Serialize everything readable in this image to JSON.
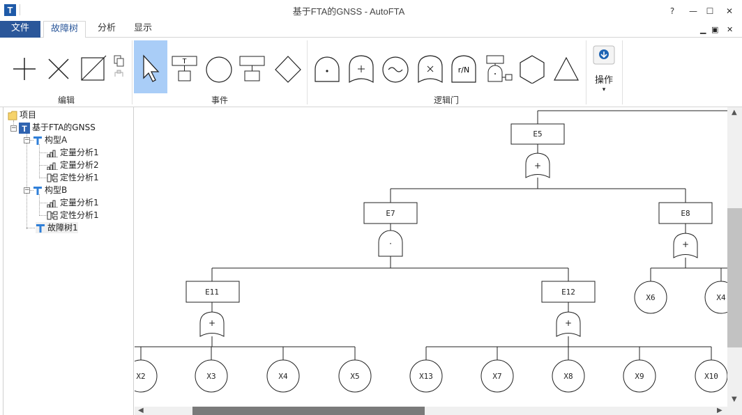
{
  "window": {
    "title": "基于FTA的GNSS - AutoFTA",
    "help": "?",
    "minimize": "—",
    "maximize": "☐",
    "close": "✕",
    "app_letter": "T"
  },
  "menu": {
    "file": "文件",
    "tabs": [
      "故障树",
      "分析",
      "显示"
    ],
    "doc_min": "▁",
    "doc_restore": "▣",
    "doc_close": "✕"
  },
  "ribbon": {
    "groups": {
      "edit": "编辑",
      "event": "事件",
      "gate": "逻辑门",
      "operation_label": "操作",
      "operation_arrow": "▾"
    },
    "rn_label": "r/N",
    "top_event_letter": "T"
  },
  "tree": {
    "root": "项目",
    "project": "基于FTA的GNSS",
    "configA": "构型A",
    "a_items": [
      "定量分析1",
      "定量分析2",
      "定性分析1"
    ],
    "configB": "构型B",
    "b_items": [
      "定量分析1",
      "定性分析1"
    ],
    "faulttree": "故障树1"
  },
  "diagram": {
    "events": [
      "E5",
      "E7",
      "E8",
      "E11",
      "E12"
    ],
    "gates": {
      "E5": "+",
      "E7": "·",
      "E8": "+",
      "E11": "+",
      "E12": "+"
    },
    "basic": [
      "X2",
      "X3",
      "X4",
      "X5",
      "X13",
      "X7",
      "X8",
      "X9",
      "X10",
      "X6",
      "X4"
    ]
  }
}
